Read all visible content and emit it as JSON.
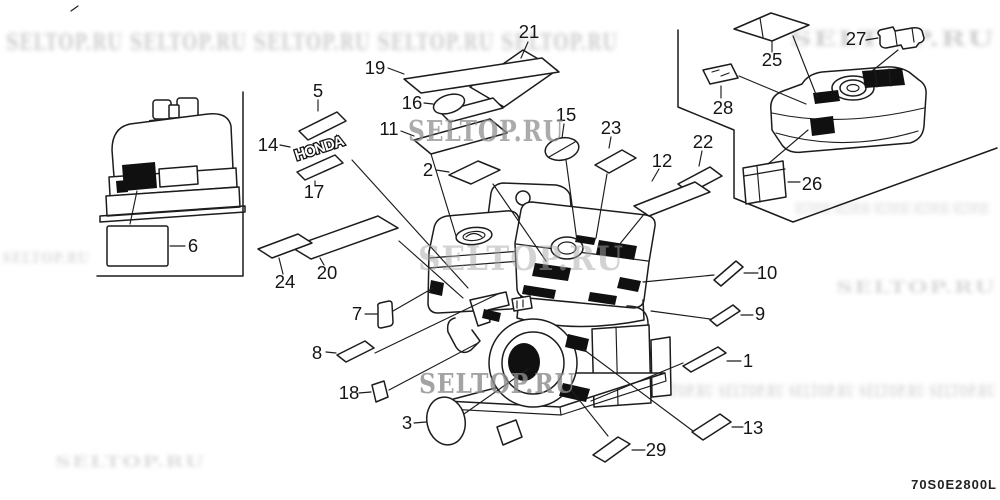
{
  "diagram": {
    "part_code": "70S0E2800L",
    "emblem_text": "HONDA",
    "watermark_text": "SELTOP.RU",
    "watermark_blur_row": "SELTOP.RU SELTOP.RU SELTOP.RU SELTOP.RU SELTOP.RU",
    "callouts": {
      "k1": "1",
      "k2": "2",
      "k3": "3",
      "k5": "5",
      "k6": "6",
      "k7": "7",
      "k8": "8",
      "k9": "9",
      "k10": "10",
      "k11": "11",
      "k12": "12",
      "k13": "13",
      "k14": "14",
      "k15": "15",
      "k16": "16",
      "k17": "17",
      "k18": "18",
      "k19": "19",
      "k20": "20",
      "k21": "21",
      "k22": "22",
      "k23": "23",
      "k24": "24",
      "k25": "25",
      "k26": "26",
      "k27": "27",
      "k28": "28",
      "k29": "29"
    }
  }
}
